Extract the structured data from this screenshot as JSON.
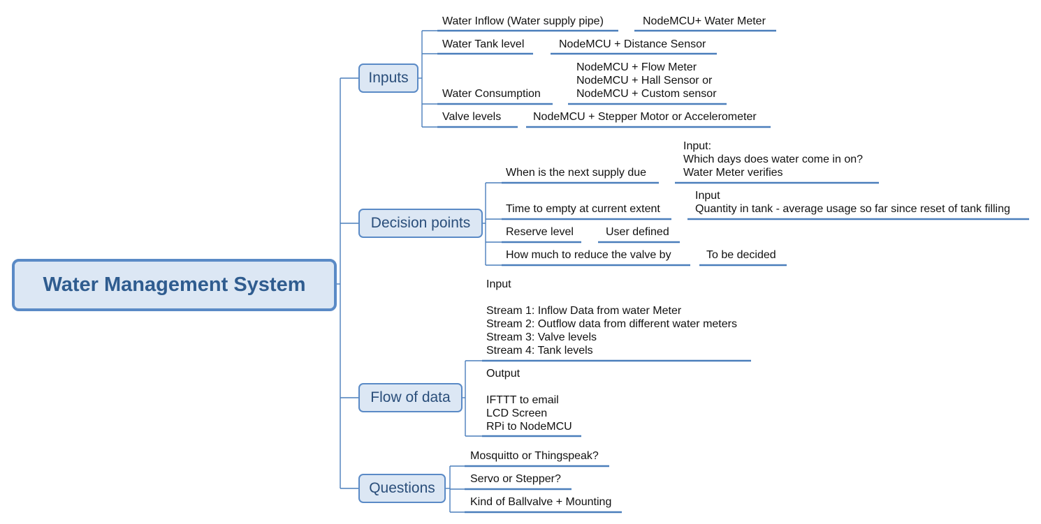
{
  "central_topic": "Water Management System",
  "branches": {
    "inputs": {
      "label": "Inputs",
      "items": [
        {
          "topic": "Water Inflow (Water supply pipe)",
          "detail": "NodeMCU+ Water Meter"
        },
        {
          "topic": "Water Tank level",
          "detail": "NodeMCU + Distance Sensor"
        },
        {
          "topic": "Water Consumption",
          "detail": [
            "NodeMCU + Flow Meter",
            "NodeMCU + Hall Sensor or",
            "NodeMCU + Custom sensor"
          ]
        },
        {
          "topic": "Valve levels",
          "detail": "NodeMCU + Stepper Motor or Accelerometer"
        }
      ]
    },
    "decision_points": {
      "label": "Decision points",
      "items": [
        {
          "topic": "When is the next supply due",
          "detail": [
            "Input:",
            "Which days does water come in on?",
            "Water Meter verifies"
          ]
        },
        {
          "topic": "Time to empty at current extent",
          "detail": [
            "Input",
            "Quantity in tank - average usage so far since reset of tank filling"
          ]
        },
        {
          "topic": "Reserve level",
          "detail": "User defined"
        },
        {
          "topic": "How much to reduce the valve by",
          "detail": "To be decided"
        }
      ]
    },
    "flow_of_data": {
      "label": "Flow of data",
      "items": [
        {
          "lines": [
            "Input",
            "",
            "Stream 1: Inflow Data from water Meter",
            "Stream 2: Outflow data from different water meters",
            "Stream 3: Valve levels",
            "Stream 4: Tank levels"
          ]
        },
        {
          "lines": [
            "Output",
            "",
            "IFTTT to email",
            "LCD Screen",
            "RPi to NodeMCU"
          ]
        }
      ]
    },
    "questions": {
      "label": "Questions",
      "items": [
        "Mosquitto or Thingspeak?",
        "Servo or Stepper?",
        "Kind of Ballvalve + Mounting"
      ]
    }
  },
  "colors": {
    "connector": "#4a7ebb",
    "node_fill": "#dce7f4",
    "node_border": "#5a8ac6",
    "central_text": "#2f5c8f"
  }
}
